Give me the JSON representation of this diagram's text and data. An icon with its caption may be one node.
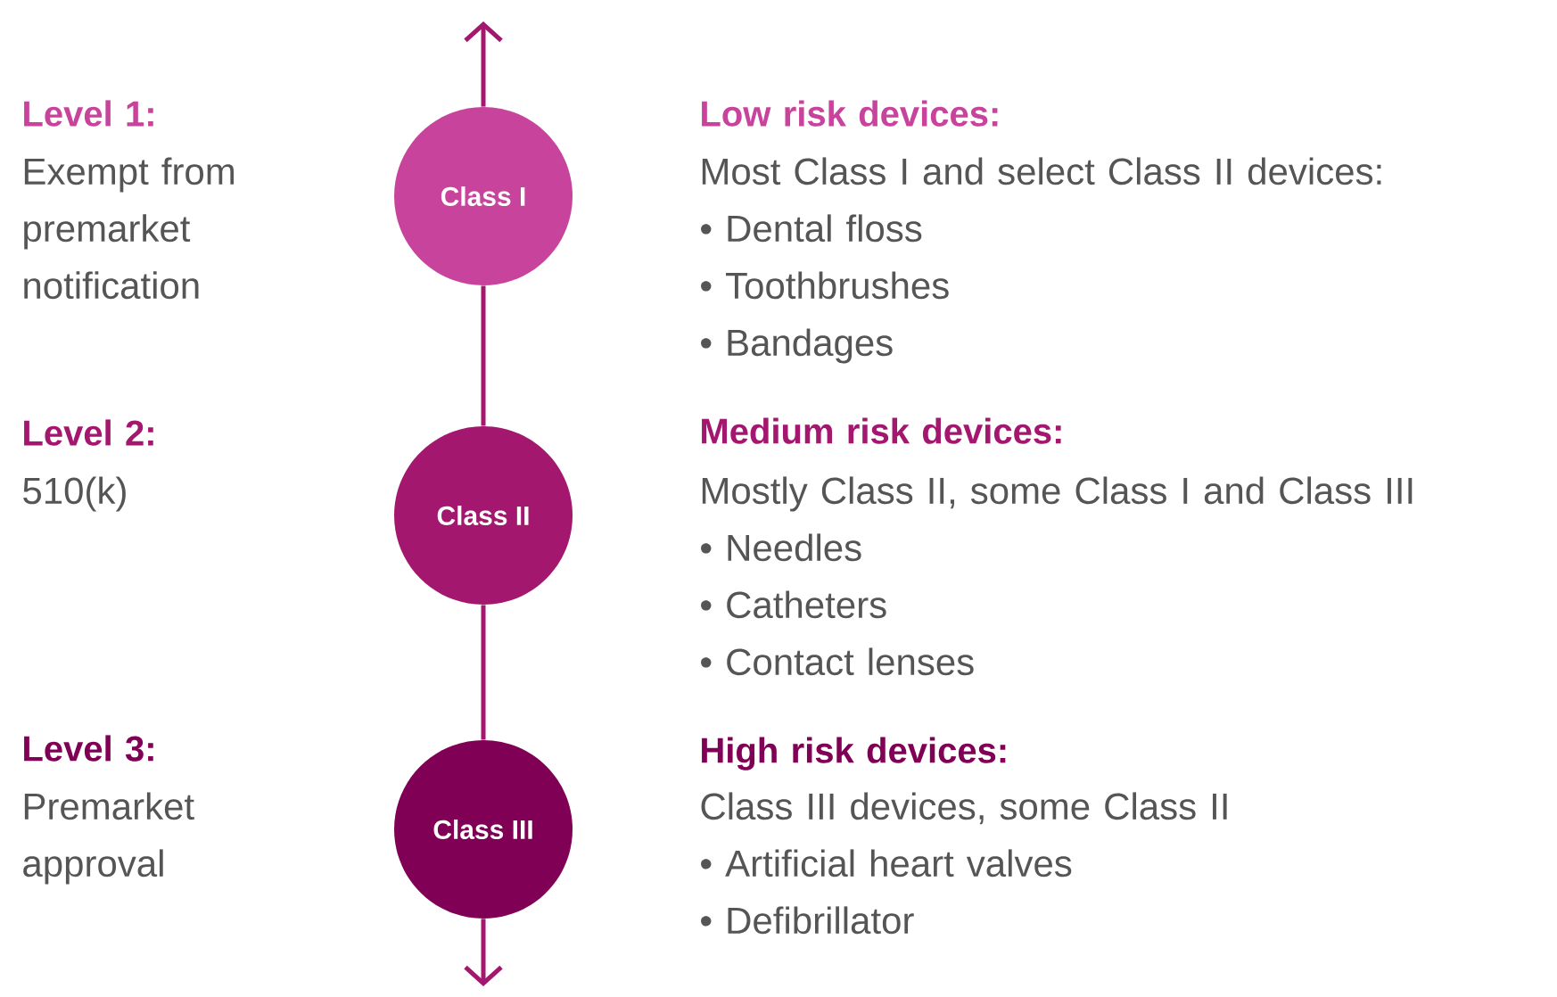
{
  "diagram": {
    "nodes": [
      {
        "text": [
          "Class I"
        ]
      },
      {
        "text": [
          "Class II"
        ]
      },
      {
        "text": [
          "Class III"
        ]
      }
    ],
    "edges": [
      {
        "from": 0,
        "to": null,
        "arrow": "to"
      },
      {
        "from": 0,
        "to": 1,
        "arrow": "none"
      },
      {
        "from": 1,
        "to": 2,
        "arrow": "none"
      },
      {
        "from": 2,
        "to": null,
        "arrow": "to"
      }
    ],
    "labels": [
      "Level 1:",
      "Exempt from premarket notification",
      "Low risk devices:",
      "Most Class I and select Class II devices:",
      "• Dental floss",
      "• Toothbrushes",
      "• Bandages",
      "Level 2:",
      "510(k)",
      "Medium risk devices:",
      "Mostly Class II, some Class I and Class III",
      "• Needles",
      "• Catheters",
      "• Contact lenses",
      "Level 3:",
      "Premarket approval",
      "High risk devices:",
      "Class III devices, some Class II",
      "• Artificial heart valves",
      "• Defibrillator"
    ]
  }
}
